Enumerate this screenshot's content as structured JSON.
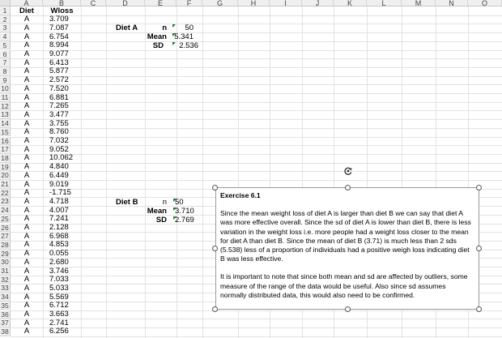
{
  "columns": [
    "A",
    "B",
    "C",
    "D",
    "E",
    "F",
    "G",
    "H",
    "I",
    "J",
    "K",
    "L",
    "M",
    "N",
    "O"
  ],
  "header_row": {
    "diet": "Diet",
    "wloss": "Wloss"
  },
  "data_rows": [
    {
      "row": "2",
      "diet": "A",
      "wloss": "3.709"
    },
    {
      "row": "3",
      "diet": "A",
      "wloss": "7.087"
    },
    {
      "row": "4",
      "diet": "A",
      "wloss": "6.754"
    },
    {
      "row": "5",
      "diet": "A",
      "wloss": "8.994"
    },
    {
      "row": "6",
      "diet": "A",
      "wloss": "9.077"
    },
    {
      "row": "7",
      "diet": "A",
      "wloss": "6.413"
    },
    {
      "row": "8",
      "diet": "A",
      "wloss": "5.877"
    },
    {
      "row": "9",
      "diet": "A",
      "wloss": "2.572"
    },
    {
      "row": "10",
      "diet": "A",
      "wloss": "7.520"
    },
    {
      "row": "11",
      "diet": "A",
      "wloss": "6.881"
    },
    {
      "row": "12",
      "diet": "A",
      "wloss": "7.265"
    },
    {
      "row": "13",
      "diet": "A",
      "wloss": "3.477"
    },
    {
      "row": "14",
      "diet": "A",
      "wloss": "3.755"
    },
    {
      "row": "15",
      "diet": "A",
      "wloss": "8.760"
    },
    {
      "row": "16",
      "diet": "A",
      "wloss": "7.032"
    },
    {
      "row": "17",
      "diet": "A",
      "wloss": "9.052"
    },
    {
      "row": "18",
      "diet": "A",
      "wloss": "10.062"
    },
    {
      "row": "19",
      "diet": "A",
      "wloss": "4.840"
    },
    {
      "row": "20",
      "diet": "A",
      "wloss": "6.449"
    },
    {
      "row": "21",
      "diet": "A",
      "wloss": "9.019"
    },
    {
      "row": "22",
      "diet": "A",
      "wloss": "-1.715"
    },
    {
      "row": "23",
      "diet": "A",
      "wloss": "4.718"
    },
    {
      "row": "24",
      "diet": "A",
      "wloss": "4.007"
    },
    {
      "row": "25",
      "diet": "A",
      "wloss": "7.241"
    },
    {
      "row": "26",
      "diet": "A",
      "wloss": "2.128"
    },
    {
      "row": "27",
      "diet": "A",
      "wloss": "6.968"
    },
    {
      "row": "28",
      "diet": "A",
      "wloss": "4.853"
    },
    {
      "row": "29",
      "diet": "A",
      "wloss": "0.055"
    },
    {
      "row": "30",
      "diet": "A",
      "wloss": "2.680"
    },
    {
      "row": "31",
      "diet": "A",
      "wloss": "3.746"
    },
    {
      "row": "32",
      "diet": "A",
      "wloss": "7.033"
    },
    {
      "row": "33",
      "diet": "A",
      "wloss": "5.033"
    },
    {
      "row": "34",
      "diet": "A",
      "wloss": "5.569"
    },
    {
      "row": "35",
      "diet": "A",
      "wloss": "6.712"
    },
    {
      "row": "36",
      "diet": "A",
      "wloss": "3.663"
    },
    {
      "row": "37",
      "diet": "A",
      "wloss": "2.741"
    },
    {
      "row": "38",
      "diet": "A",
      "wloss": "6.256"
    }
  ],
  "diet_a": {
    "label": "Diet A",
    "n_label": "n",
    "n": "50",
    "mean_label": "Mean",
    "mean": "5.341",
    "sd_label": "SD",
    "sd": "2.536"
  },
  "diet_b": {
    "label": "Diet B",
    "n_label": "n",
    "n": "50",
    "mean_label": "Mean",
    "mean": "3.710",
    "sd_label": "SD",
    "sd": "2.769"
  },
  "textbox": {
    "title": "Exercise 6.1",
    "paragraph1": "Since the mean weight loss of diet A is larger than diet B we can say that diet A was more effective overall. Since the sd of diet A is lower than diet B, there is less variation in the weight loss i.e. more people had a weight loss closer to the mean for diet A than diet B. Since the mean of diet B (3.71) is much less than 2 sds (5.538) less of a proportion of individuals had a positive weigh loss indicating diet B was less effective.",
    "paragraph2": "It is important to note that since both mean and sd are affected by outliers, some measure of the range of the data would be useful. Also since sd assumes normally distributed data, this would also need to be confirmed."
  },
  "colors": {
    "error_indicator": "#1e7b34",
    "header_bg": "#efefef",
    "gridline": "#e2e2e2"
  },
  "icons": {
    "rotate_handle": "rotate-handle-icon",
    "error_indicator": "error-indicator-icon"
  }
}
